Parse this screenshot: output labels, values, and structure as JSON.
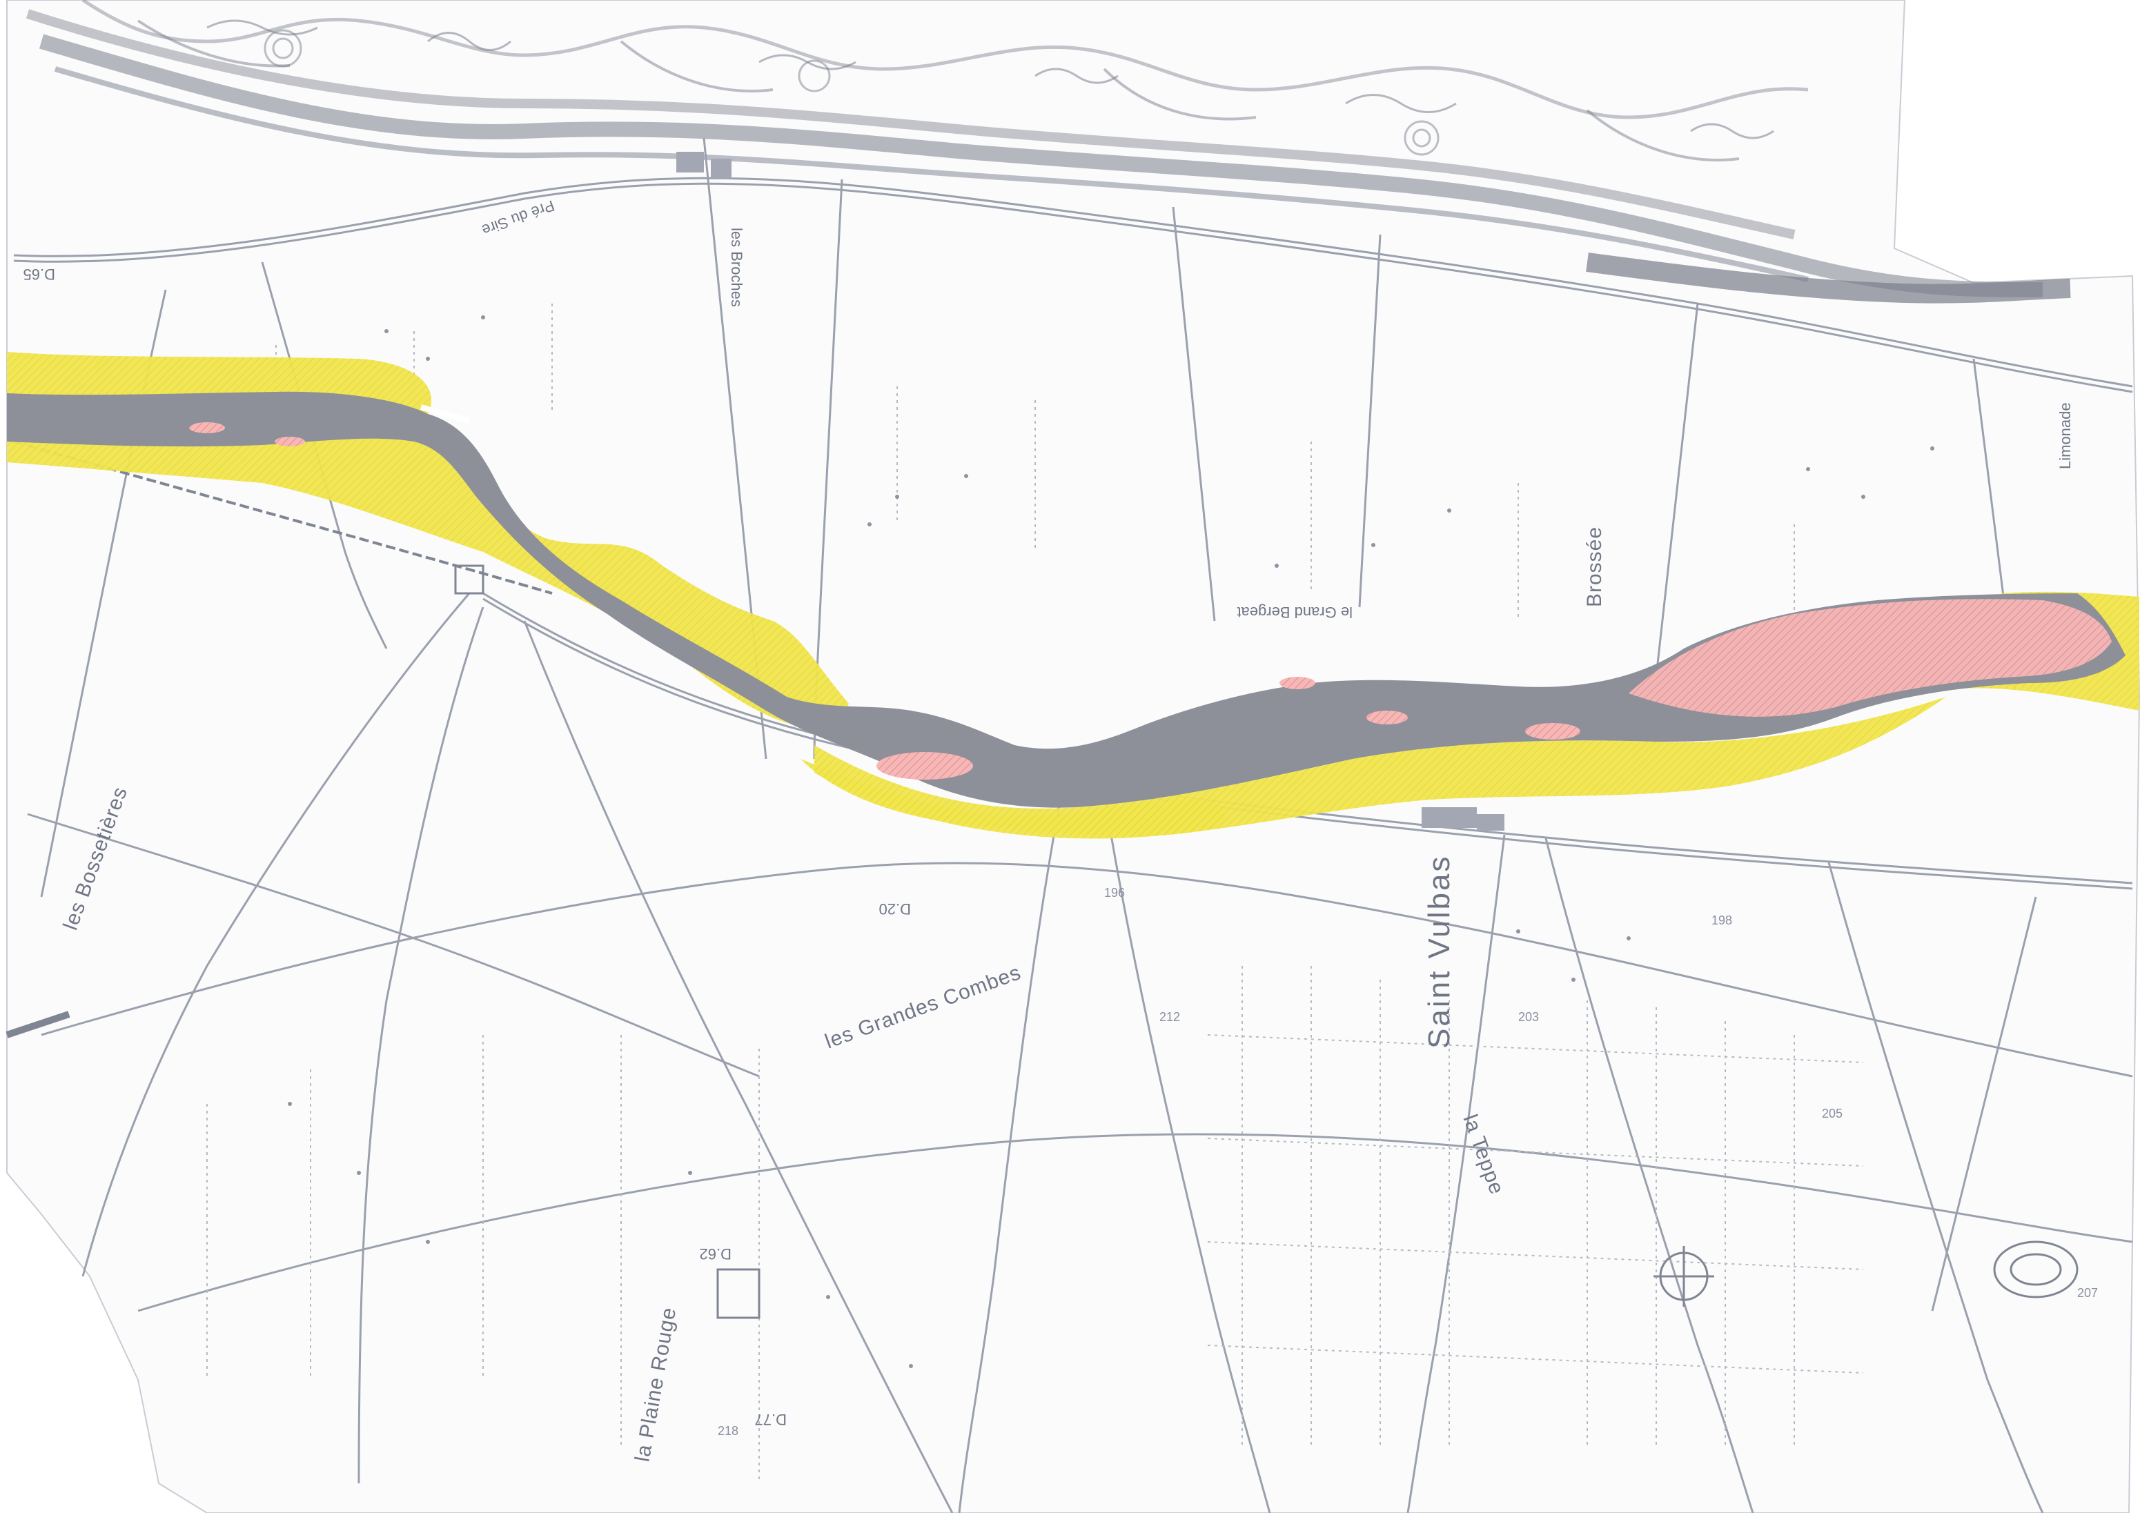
{
  "map": {
    "colors": {
      "paper": "#ffffff",
      "linework": "#8e93a1",
      "linework_dark": "#6f7585",
      "river": "#8d8f99",
      "flood_zone_yellow": "#f1e64a",
      "flood_zone_red": "#f4a3a3"
    },
    "labels": {
      "town_saint_vulbas": "Saint Vulbas",
      "les_bossetieres": "les Bossetières",
      "les_grandes_combes": "les Grandes Combes",
      "le_grand_bergeat": "le Grand Bergeat",
      "la_plaine_rouge": "la Plaine Rouge",
      "pre_du_sire": "Pré du Sire",
      "brossee": "Brossée",
      "limonade": "Limonade",
      "la_teppe": "la Teppe",
      "les_broches": "les Broches",
      "road_d20": "D.20",
      "road_d65": "D.65",
      "road_d77": "D.77",
      "road_d62": "D.62",
      "spot_196": "196",
      "spot_198": "198",
      "spot_203": "203",
      "spot_205": "205",
      "spot_207": "207",
      "spot_212": "212",
      "spot_218": "218"
    }
  }
}
